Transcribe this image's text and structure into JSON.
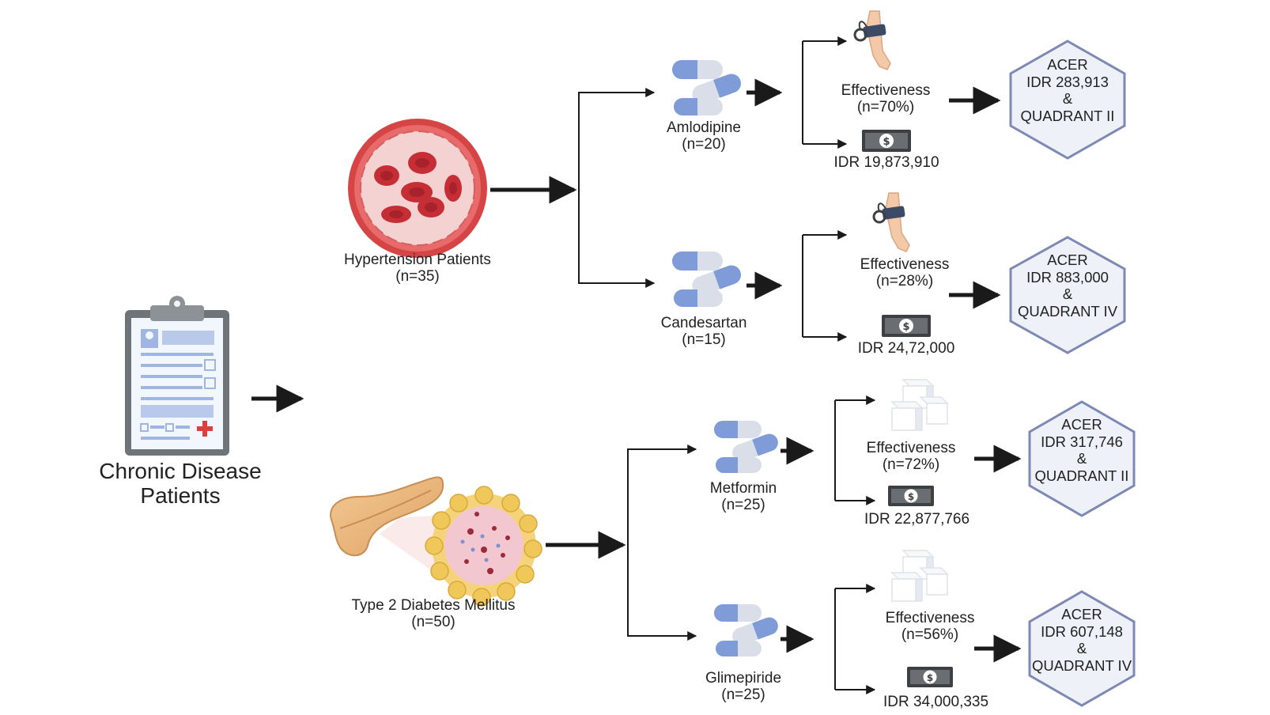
{
  "root": {
    "label_line1": "Chronic Disease",
    "label_line2": "Patients",
    "icon": "clipboard-icon"
  },
  "groups": [
    {
      "name": "Hypertension Patients",
      "n": "(n=35)",
      "icon": "blood-vessel-icon",
      "drugs": [
        {
          "name": "Amlodipine",
          "n": "(n=20)",
          "effect_label": "Effectiveness",
          "effect_value": "(n=70%)",
          "effect_icon": "blood-pressure-arm-icon",
          "cost": "IDR 19,873,910",
          "acer": {
            "title": "ACER",
            "value": "IDR 283,913",
            "amp": "&",
            "quadrant": "QUADRANT II"
          }
        },
        {
          "name": "Candesartan",
          "n": "(n=15)",
          "effect_label": "Effectiveness",
          "effect_value": "(n=28%)",
          "effect_icon": "blood-pressure-arm-icon",
          "cost": "IDR 24,72,000",
          "acer": {
            "title": "ACER",
            "value": "IDR 883,000",
            "amp": "&",
            "quadrant": "QUADRANT IV"
          }
        }
      ]
    },
    {
      "name": "Type 2 Diabetes Mellitus",
      "n": "(n=50)",
      "icon": "pancreas-icon",
      "drugs": [
        {
          "name": "Metformin",
          "n": "(n=25)",
          "effect_label": "Effectiveness",
          "effect_value": "(n=72%)",
          "effect_icon": "sugar-cubes-icon",
          "cost": "IDR 22,877,766",
          "acer": {
            "title": "ACER",
            "value": "IDR 317,746",
            "amp": "&",
            "quadrant": "QUADRANT II"
          }
        },
        {
          "name": "Glimepiride",
          "n": "(n=25)",
          "effect_label": "Effectiveness",
          "effect_value": "(n=56%)",
          "effect_icon": "sugar-cubes-icon",
          "cost": "IDR 34,000,335",
          "acer": {
            "title": "ACER",
            "value": "IDR 607,148",
            "amp": "&",
            "quadrant": "QUADRANT IV"
          }
        }
      ]
    }
  ],
  "colors": {
    "arrow": "#1a1a1a",
    "capsule_blue": "#7f9bd8",
    "capsule_light": "#d9dee8",
    "hex_fill": "#eef1f8",
    "hex_stroke": "#7d89b4",
    "clipboard_frame": "#6f7478",
    "clipboard_paper": "#f2f6fd",
    "clipboard_lines": "#9fb6e3",
    "cross_red": "#d9413c",
    "vessel_red": "#cf3b3b",
    "cell_red": "#c62e36",
    "money_dark": "#3d4043",
    "pancreas": "#e9b57c",
    "islet_yellow": "#f2d069"
  }
}
